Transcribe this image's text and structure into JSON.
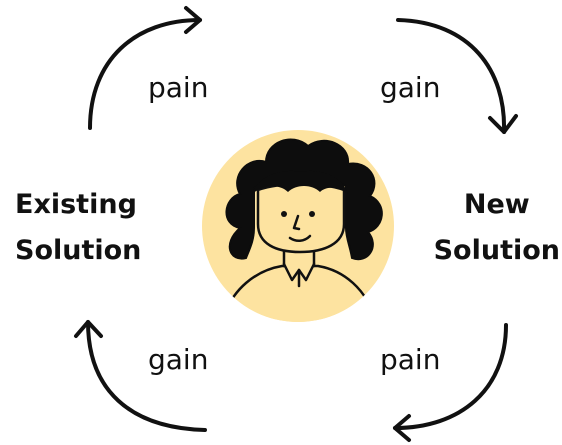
{
  "nodes": {
    "left": {
      "line1": "Existing",
      "line2": "Solution"
    },
    "right": {
      "line1": "New",
      "line2": "Solution"
    }
  },
  "edges": {
    "top_left": "pain",
    "top_right": "gain",
    "bottom_left": "gain",
    "bottom_right": "pain"
  },
  "colors": {
    "avatar_circle": "#FDE3A0",
    "ink": "#111111",
    "skin": "#FDE3A0",
    "hair": "#0d0d0d"
  },
  "icons": {
    "center": "person-avatar-icon"
  }
}
